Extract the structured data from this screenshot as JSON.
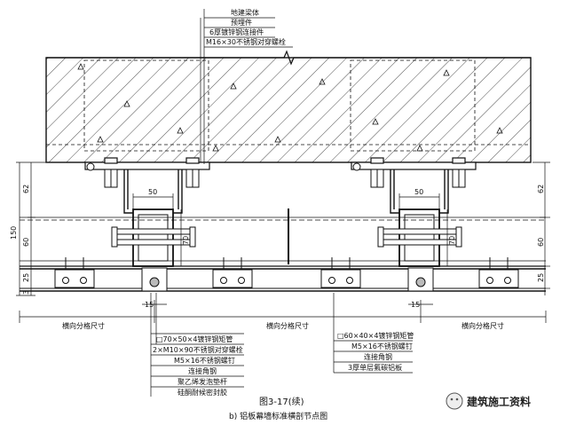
{
  "labels_top": [
    "地建梁体",
    "预埋件",
    "6厚镀锌钢连接件",
    "M16×30不锈钢对穿螺栓"
  ],
  "labels_bottom_left": [
    "□70×50×4镀锌钢矩管",
    "2×M10×90不锈钢对穿螺栓",
    "M5×16不锈钢螺钉",
    "连接角钢",
    "聚乙烯发泡垫杆",
    "硅酮耐候密封胶"
  ],
  "labels_bottom_right": [
    "□60×40×4镀锌钢矩管",
    "M5×16不锈钢螺钉",
    "连接角钢",
    "3厚单层氟碳铝板"
  ],
  "dims": {
    "left_vertical": [
      "62",
      "150",
      "60",
      "25",
      "3"
    ],
    "right_vertical": [
      "62",
      "60",
      "25"
    ],
    "w50_left": "50",
    "w50_right": "50",
    "h70_left": "70",
    "h70_right": "70",
    "d15_left": "15",
    "d15_right": "15",
    "grid_left": "横向分格尺寸",
    "grid_mid": "横向分格尺寸",
    "grid_right": "横向分格尺寸"
  },
  "figure_number": "图3-17(续)",
  "figure_caption": "b) 铝板幕墙标准横剖节点图",
  "watermark": "建筑施工资料"
}
